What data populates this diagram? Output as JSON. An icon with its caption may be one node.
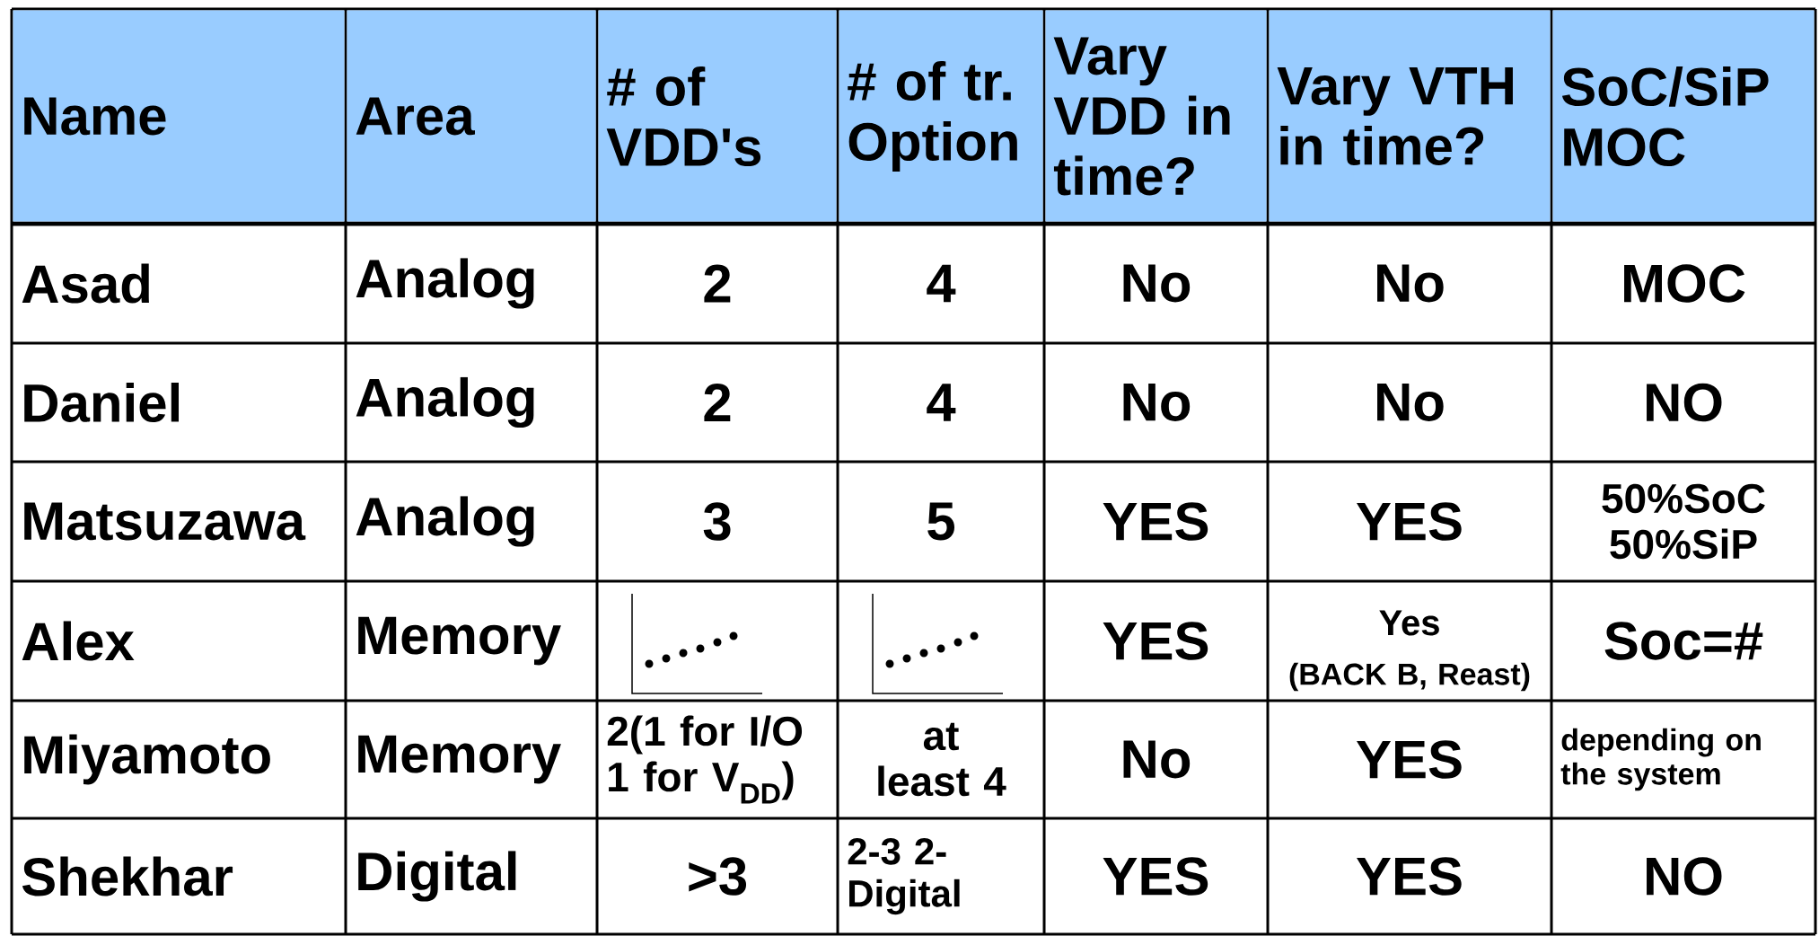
{
  "diagram": {
    "labels": [
      "Name",
      "Area",
      "# of VDD's",
      "# of tr. Option",
      "Vary VDD in time?",
      "Vary VTH in time?",
      "SoC/SiP MOC",
      "Asad",
      "Analog",
      "2",
      "4",
      "No",
      "No",
      "MOC",
      "Daniel",
      "Analog",
      "2",
      "4",
      "No",
      "No",
      "NO",
      "Matsuzawa",
      "Analog",
      "3",
      "5",
      "YES",
      "YES",
      "50%SoC 50%SiP",
      "Alex",
      "Memory",
      "YES",
      "Yes",
      "(BACK B, Reast)",
      "Soc=#",
      "Miyamoto",
      "Memory",
      "2(1 for I/O 1 for V$_{DD}$)",
      "at least 4",
      "No",
      "YES",
      "depending on the system",
      "Shekhar",
      "Digital",
      ">3",
      "2-3 2-Digital",
      "YES",
      "YES",
      "NO"
    ]
  }
}
